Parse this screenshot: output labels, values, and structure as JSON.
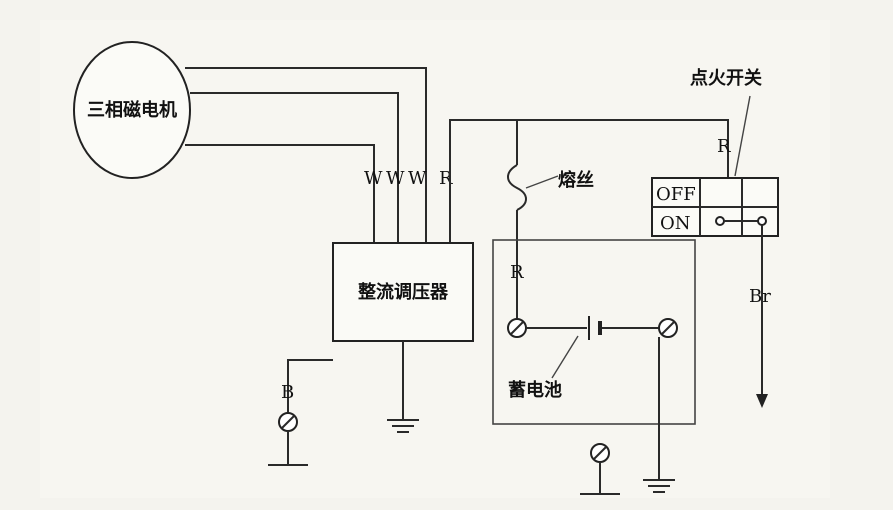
{
  "diagram": {
    "motor_label": "三相磁电机",
    "wire_labels": [
      "W",
      "W",
      "W",
      "R"
    ],
    "fuse_label": "熔丝",
    "regulator_label": "整流调压器",
    "ignition_switch_label": "点火开关",
    "switch_off_label": "OFF",
    "switch_on_label": "ON",
    "switch_wire_label": "R",
    "battery_wire_label": "R",
    "battery_label": "蓄电池",
    "output_wire_label": "Br",
    "ground_wire_label": "B"
  }
}
